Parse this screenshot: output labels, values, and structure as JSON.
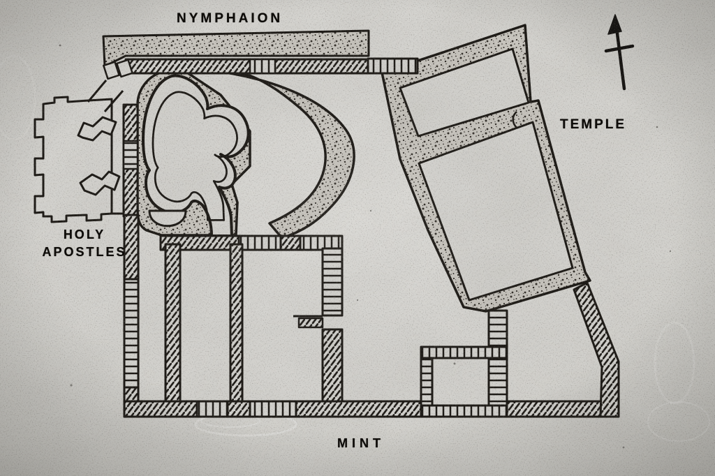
{
  "figure": {
    "kind": "archaeological site plan photograph"
  },
  "labels": {
    "nymphaion": "NYMPHAION",
    "temple": "TEMPLE",
    "holy_line1": "HOLY",
    "holy_line2": "APOSTLES",
    "mint": "MINT"
  },
  "icons": {
    "north_arrow": "north-arrow"
  },
  "colors": {
    "ink": "#16130f",
    "paper": "#d8d7d3"
  }
}
